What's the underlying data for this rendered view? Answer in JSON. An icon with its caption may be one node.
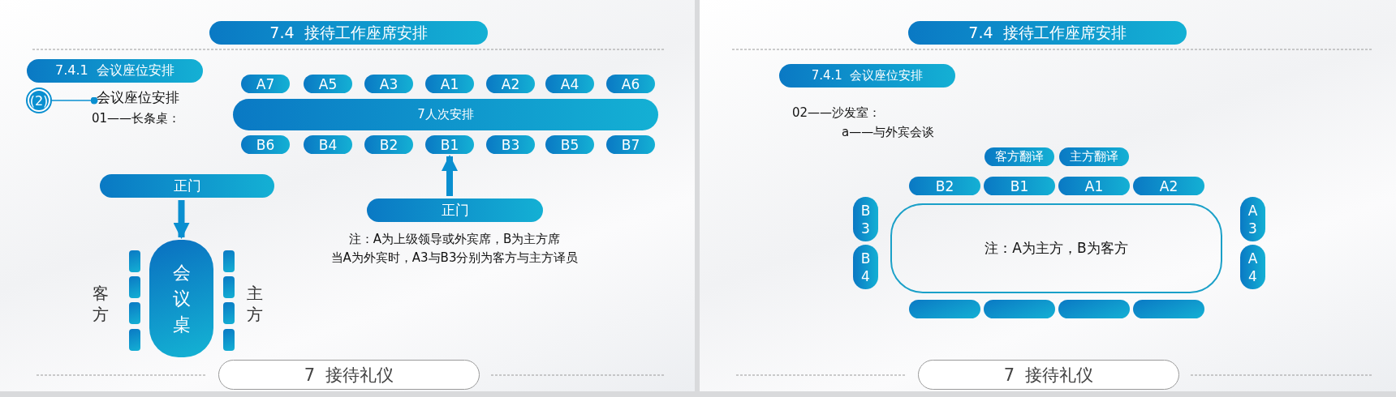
{
  "diagram": {
    "nodes": [
      {
        "text": [
          "7.4  接待工作座席安排"
        ]
      },
      {
        "text": [
          "7.4.1  会议座位安排"
        ]
      },
      {
        "text": [
          "(2)"
        ]
      },
      {
        "text": [
          "会议座位安排"
        ]
      },
      {
        "text": [
          "A7"
        ]
      },
      {
        "text": [
          "A5"
        ]
      },
      {
        "text": [
          "A3"
        ]
      },
      {
        "text": [
          "A1"
        ]
      },
      {
        "text": [
          "A2"
        ]
      },
      {
        "text": [
          "A4"
        ]
      },
      {
        "text": [
          "A6"
        ]
      },
      {
        "text": [
          "7人次安排"
        ]
      },
      {
        "text": [
          "B6"
        ]
      },
      {
        "text": [
          "B4"
        ]
      },
      {
        "text": [
          "B2"
        ]
      },
      {
        "text": [
          "B1"
        ]
      },
      {
        "text": [
          "B3"
        ]
      },
      {
        "text": [
          "B5"
        ]
      },
      {
        "text": [
          "B7"
        ]
      },
      {
        "text": [
          "正门"
        ]
      },
      {
        "text": [
          "正门"
        ]
      },
      {
        "text": [
          "会议桌"
        ]
      },
      {
        "text": [],
        "shape": "bar"
      },
      {
        "text": [],
        "shape": "bar"
      },
      {
        "text": [],
        "shape": "bar"
      },
      {
        "text": [],
        "shape": "bar"
      },
      {
        "text": [],
        "shape": "bar"
      },
      {
        "text": [],
        "shape": "bar"
      },
      {
        "text": [],
        "shape": "bar"
      },
      {
        "text": [],
        "shape": "bar"
      },
      {
        "text": [
          "7  接待礼仪"
        ]
      },
      {
        "text": [
          "7.4  接待工作座席安排"
        ]
      },
      {
        "text": [
          "7.4.1  会议座位安排"
        ]
      },
      {
        "text": [
          "客方翻译"
        ]
      },
      {
        "text": [
          "主方翻译"
        ]
      },
      {
        "text": [
          "B2"
        ]
      },
      {
        "text": [
          "B1"
        ]
      },
      {
        "text": [
          "A1"
        ]
      },
      {
        "text": [
          "A2"
        ]
      },
      {
        "text": [
          "B3"
        ]
      },
      {
        "text": [
          "B4"
        ]
      },
      {
        "text": [
          "注：A为主方，B为客方"
        ]
      },
      {
        "text": [
          "A3"
        ]
      },
      {
        "text": [
          "A4"
        ]
      },
      {
        "text": [],
        "shape": "bar"
      },
      {
        "text": [],
        "shape": "bar"
      },
      {
        "text": [],
        "shape": "bar"
      },
      {
        "text": [],
        "shape": "bar"
      },
      {
        "text": [
          "7  接待礼仪"
        ]
      }
    ],
    "edges": [
      {
        "from": 2,
        "to": 3,
        "arrow": "other"
      },
      {
        "from": 19,
        "to": 21,
        "arrow": "to"
      },
      {
        "from": 20,
        "to": 15,
        "arrow": "to"
      }
    ],
    "labels": [
      "01——长条桌：",
      "客方",
      "主方",
      "注：A为上级领导或外宾席，B为主方席",
      "当A为外宾时，A3与B3分别为客方与主方译员",
      "02——沙发室：",
      "a——与外宾会谈"
    ]
  }
}
